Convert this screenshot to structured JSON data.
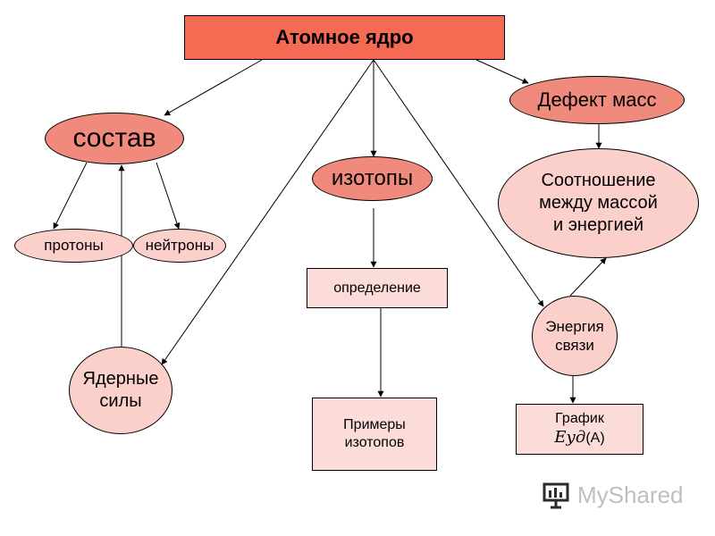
{
  "nodes": {
    "nucleus": "Атомное ядро",
    "mass_defect": "Дефект масс",
    "composition": "состав",
    "isotopes": "изотопы",
    "mass_energy": "Соотношение\nмежду массой\nи энергией",
    "protons": "протоны",
    "neutrons": "нейтроны",
    "definition": "определение",
    "binding_energy": "Энергия\nсвязи",
    "nuclear_forces": "Ядерные\nсилы",
    "isotope_examples": "Примеры\nизотопов",
    "graph_label": "График",
    "graph_formula_var": "Eуд",
    "graph_formula_arg": "(A)"
  },
  "logo": {
    "text": "MyShared",
    "icon": "presentation-board-icon"
  },
  "colors": {
    "title_fill": "#f56a52",
    "dark_ellipse": "#f08a7c",
    "light_fill": "#fbd0ca",
    "light_rect": "#fbdcd8"
  }
}
